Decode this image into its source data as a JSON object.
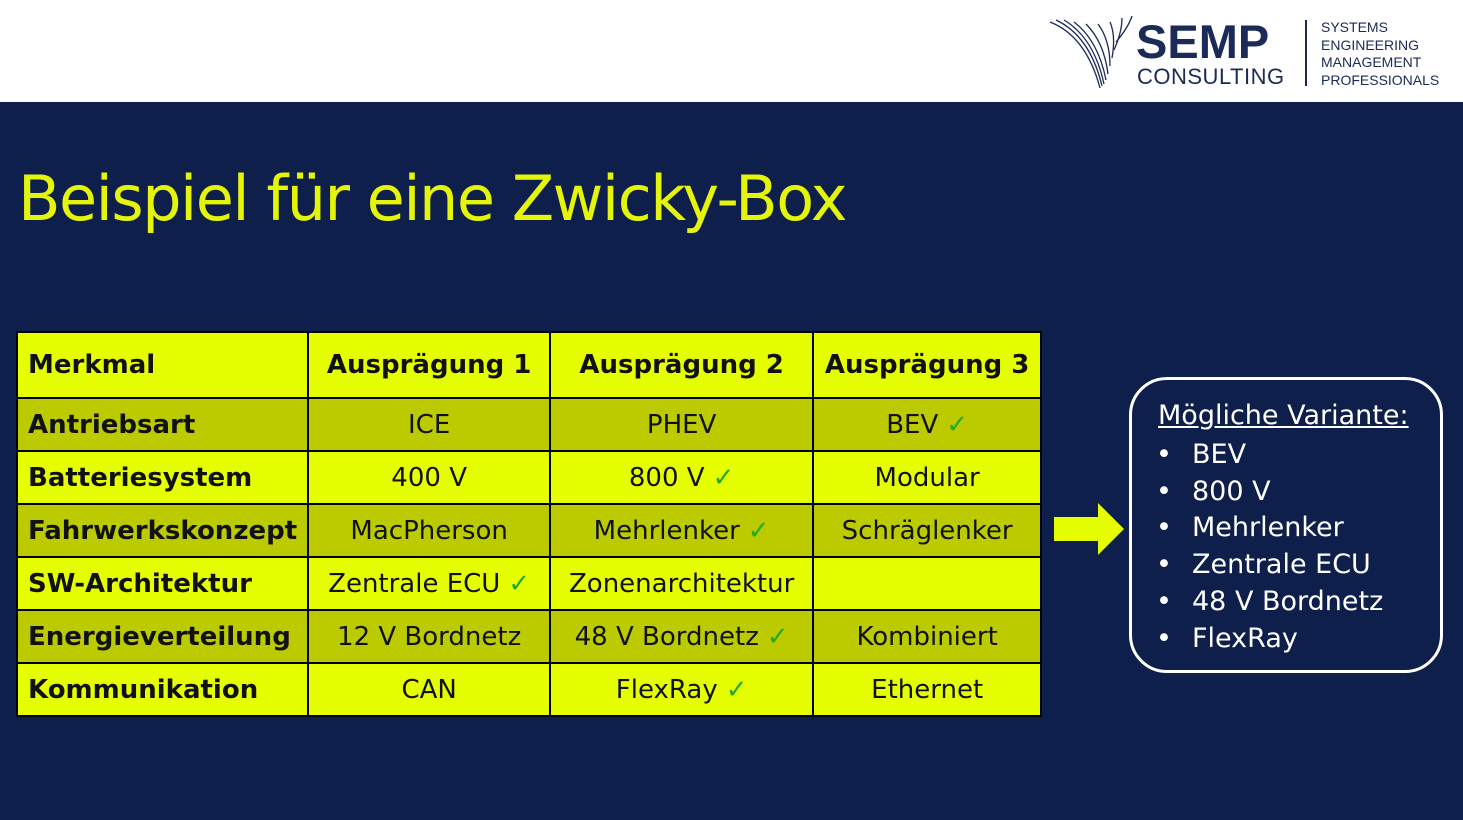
{
  "logo": {
    "brand": "SEMP",
    "subbrand": "CONSULTING",
    "tagline": [
      "SYSTEMS",
      "ENGINEERING",
      "MANAGEMENT",
      "PROFESSIONALS"
    ],
    "colors": {
      "primary": "#1b2a57"
    }
  },
  "slide": {
    "title": "Beispiel für eine Zwicky-Box",
    "colors": {
      "background": "#0f1f4b",
      "accent": "#e5f50a",
      "row_light": "#e6ff00",
      "row_dark": "#bccb00",
      "check": "#22aa22"
    }
  },
  "table": {
    "headers": [
      "Merkmal",
      "Ausprägung 1",
      "Ausprägung 2",
      "Ausprägung 3"
    ],
    "rows": [
      {
        "merkmal": "Antriebsart",
        "values": [
          "ICE",
          "PHEV",
          "BEV"
        ],
        "selected": 2
      },
      {
        "merkmal": "Batteriesystem",
        "values": [
          "400 V",
          "800 V",
          "Modular"
        ],
        "selected": 1
      },
      {
        "merkmal": "Fahrwerkskonzept",
        "values": [
          "MacPherson",
          "Mehrlenker",
          "Schräglenker"
        ],
        "selected": 1
      },
      {
        "merkmal": "SW-Architektur",
        "values": [
          "Zentrale ECU",
          "Zonenarchitektur",
          ""
        ],
        "selected": 0
      },
      {
        "merkmal": "Energieverteilung",
        "values": [
          "12 V Bordnetz",
          "48 V Bordnetz",
          "Kombiniert"
        ],
        "selected": 1
      },
      {
        "merkmal": "Kommunikation",
        "values": [
          "CAN",
          "FlexRay",
          "Ethernet"
        ],
        "selected": 1
      }
    ],
    "check_icon": "checkmark-icon"
  },
  "arrow_icon": "right-arrow-icon",
  "variant": {
    "heading": "Mögliche Variante:",
    "items": [
      "BEV",
      "800 V",
      "Mehrlenker",
      "Zentrale ECU",
      "48 V Bordnetz",
      "FlexRay"
    ]
  }
}
